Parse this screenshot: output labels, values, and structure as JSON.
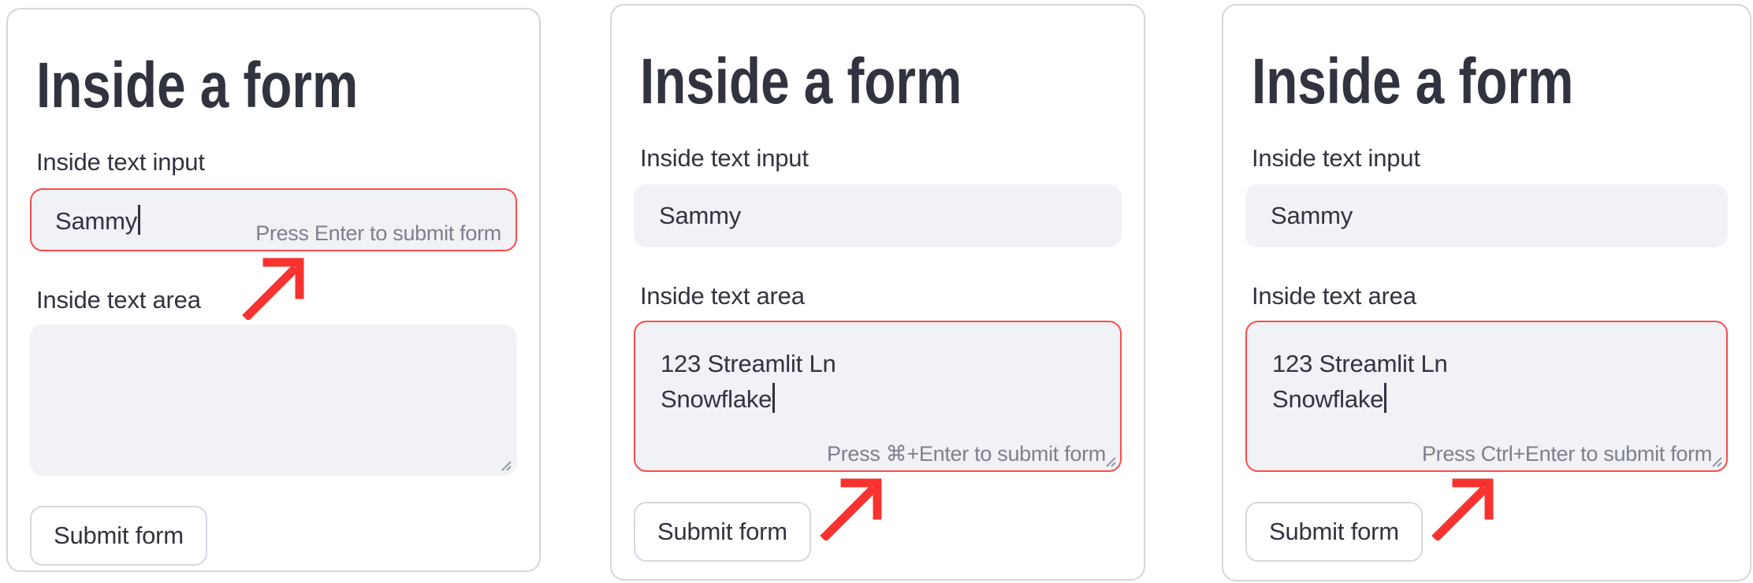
{
  "colors": {
    "accent_red": "#FF4B4B",
    "arrow_red": "#F8322F",
    "field_bg": "#F0F2F6",
    "text_dark": "#31333F",
    "hint_gray": "#7E808C",
    "card_border": "#D6D6D9"
  },
  "cards": [
    {
      "title": "Inside a form",
      "input_label": "Inside text input",
      "input_value": "Sammy",
      "input_hint": "Press Enter to submit form",
      "textarea_label": "Inside text area",
      "textarea_value": "",
      "submit_label": "Submit form"
    },
    {
      "title": "Inside a form",
      "input_label": "Inside text input",
      "input_value": "Sammy",
      "textarea_label": "Inside text area",
      "textarea_line1": "123 Streamlit Ln",
      "textarea_line2": "Snowflake",
      "textarea_hint": "Press ⌘+Enter to submit form",
      "submit_label": "Submit form"
    },
    {
      "title": "Inside a form",
      "input_label": "Inside text input",
      "input_value": "Sammy",
      "textarea_label": "Inside text area",
      "textarea_line1": "123 Streamlit Ln",
      "textarea_line2": "Snowflake",
      "textarea_hint": "Press Ctrl+Enter to submit form",
      "submit_label": "Submit form"
    }
  ]
}
